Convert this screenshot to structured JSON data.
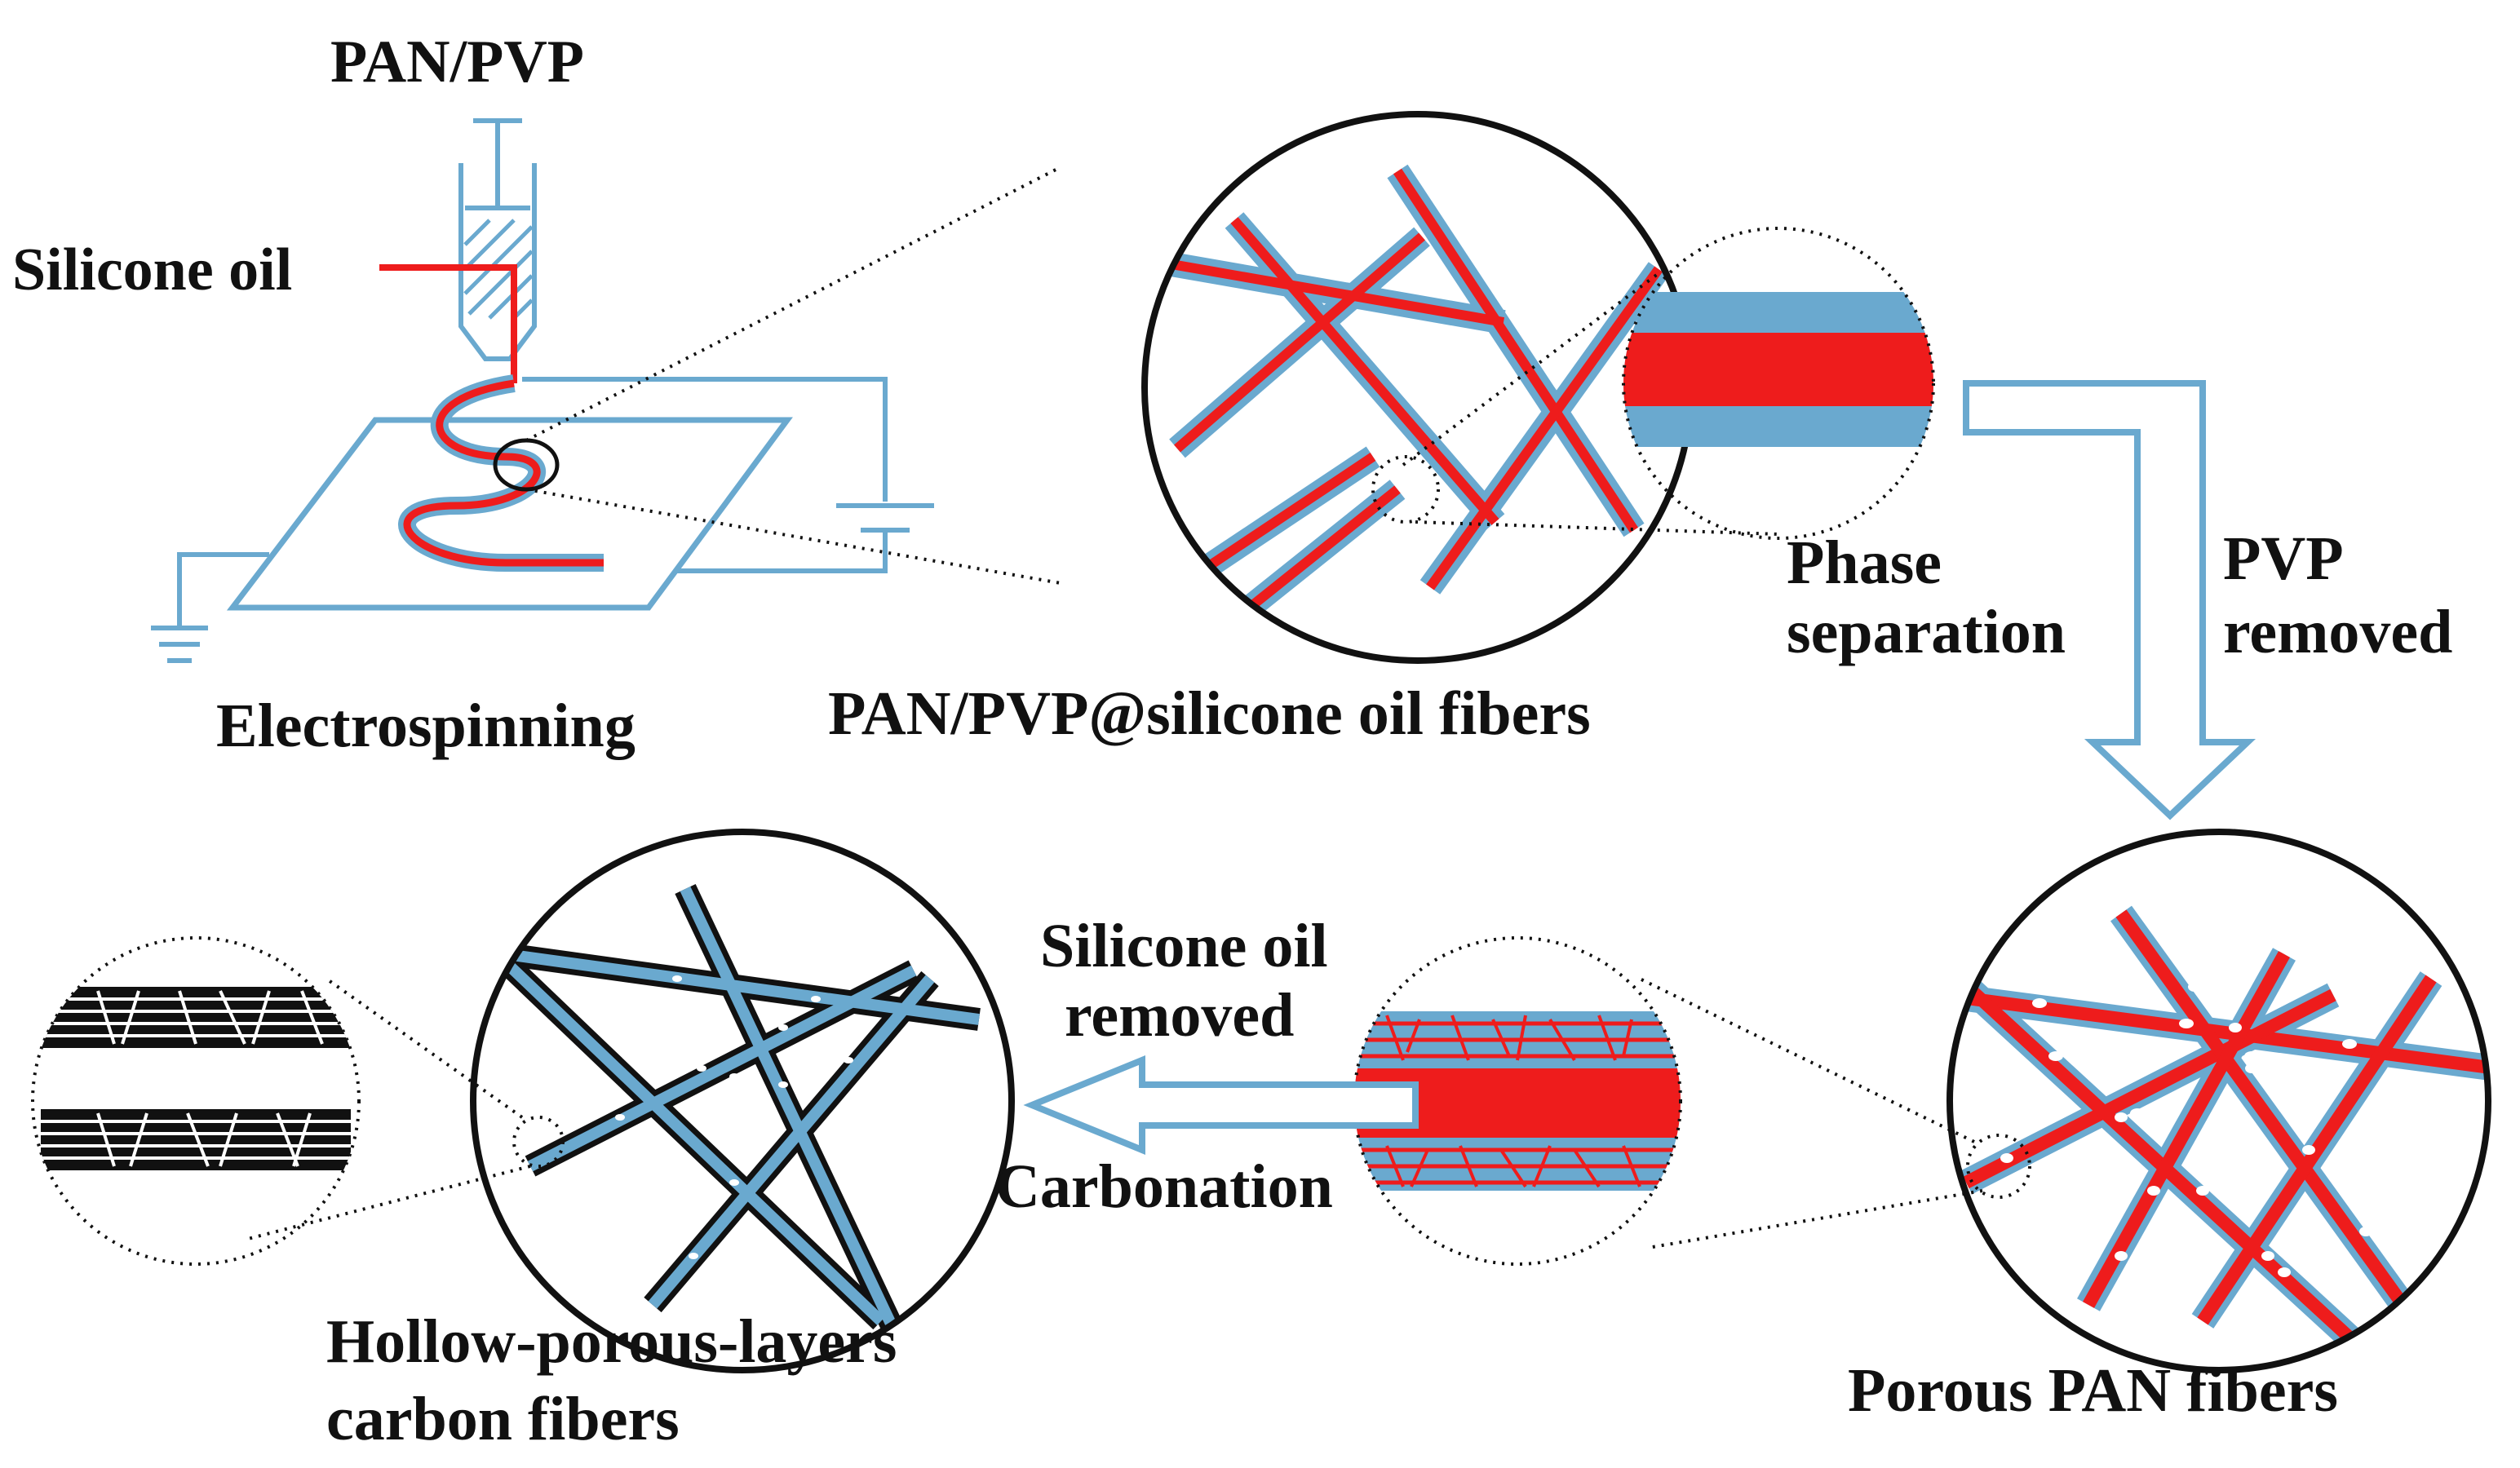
{
  "labels": {
    "pan_pvp": "PAN/PVP",
    "silicone_oil": "Silicone oil",
    "electrospinning": "Electrospinning",
    "composite_fibers": "PAN/PVP@silicone oil fibers",
    "phase_separation_line1": "Phase",
    "phase_separation_line2": "separation",
    "pvp_removed_line1": "PVP",
    "pvp_removed_line2": "removed",
    "porous_pan_fibers": "Porous PAN fibers",
    "silicone_oil_removed_line1": "Silicone oil",
    "silicone_oil_removed_line2": "removed",
    "carbonation": "Carbonation",
    "hollow_line1": "Hollow-porous-layers",
    "hollow_line2": "carbon fibers"
  },
  "colors": {
    "pan_blue": "#6aa9cf",
    "silicone_red": "#ee1c1c",
    "carbon_black": "#111111",
    "outline": "#111111"
  }
}
